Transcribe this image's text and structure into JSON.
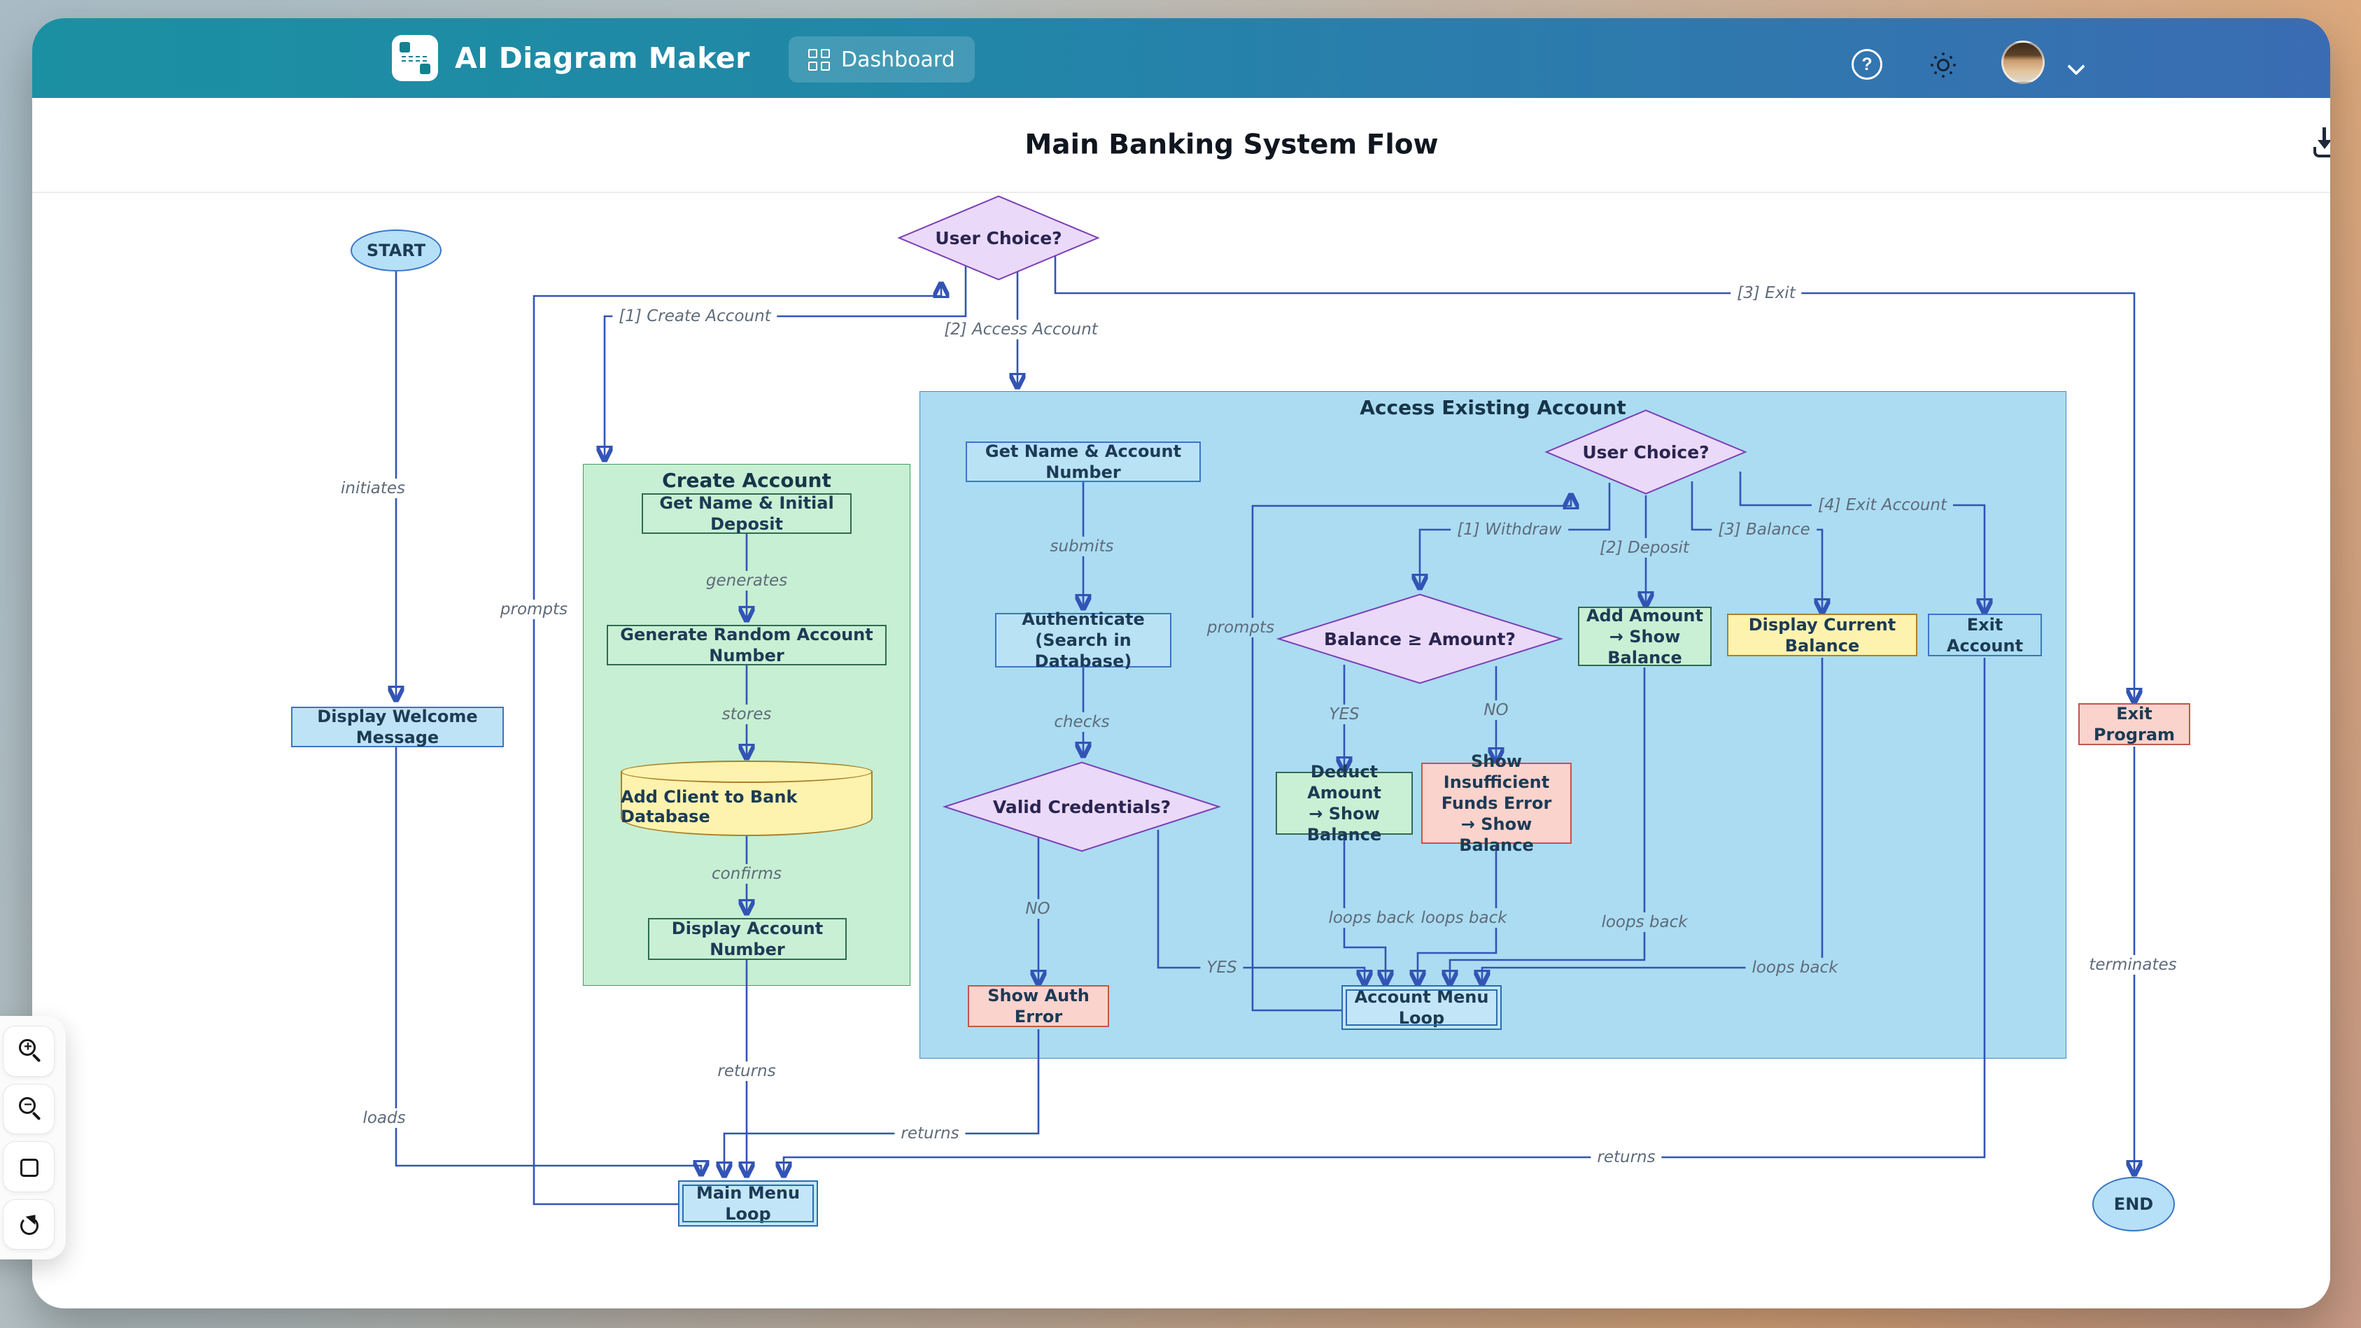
{
  "header": {
    "app_name": "AI Diagram Maker",
    "dashboard": "Dashboard"
  },
  "title_bar": {
    "title": "Main Banking System Flow"
  },
  "icons": {
    "logo": "diagram-logo",
    "dashboard": "grid-icon",
    "help": "question-circle-icon",
    "theme": "sun-icon",
    "user_menu": "chevron-down-icon",
    "export": "download-icon",
    "toolbar": [
      "zoom-in",
      "zoom-out",
      "fit-view",
      "reset-view"
    ]
  },
  "diagram": {
    "subgraphs": {
      "create": "Create Account",
      "access": "Access Existing Account"
    },
    "nodes": {
      "start": "START",
      "user_choice_main": "User Choice?",
      "display_welcome": "Display Welcome Message",
      "main_menu_loop": "Main Menu Loop",
      "get_name_deposit": "Get Name & Initial Deposit",
      "generate_account": "Generate Random Account Number",
      "add_client_db": "Add Client to Bank Database",
      "display_account": "Display Account Number",
      "get_name_account": "Get Name & Account Number",
      "authenticate": "Authenticate\n(Search in Database)",
      "valid_credentials": "Valid Credentials?",
      "show_auth_error": "Show Auth Error",
      "user_choice_account": "User Choice?",
      "balance_check": "Balance ≥ Amount?",
      "deduct_amount": "Deduct Amount\n→ Show Balance",
      "insufficient_funds": "Show Insufficient\nFunds Error\n→ Show Balance",
      "add_amount": "Add Amount\n→ Show Balance",
      "display_balance": "Display Current Balance",
      "exit_account": "Exit Account",
      "account_menu_loop": "Account Menu Loop",
      "exit_program": "Exit Program",
      "end": "END"
    },
    "edge_labels": {
      "initiates": "initiates",
      "loads": "loads",
      "prompts_main": "prompts",
      "opt_create": "[1] Create Account",
      "opt_access": "[2] Access Account",
      "opt_exit": "[3] Exit",
      "generates": "generates",
      "stores": "stores",
      "confirms": "confirms",
      "returns_create": "returns",
      "submits": "submits",
      "checks": "checks",
      "no_auth": "NO",
      "yes_auth": "YES",
      "prompts_account": "prompts",
      "opt_withdraw": "[1] Withdraw",
      "opt_deposit": "[2] Deposit",
      "opt_balance": "[3] Balance",
      "opt_exit_account": "[4] Exit Account",
      "yes_balance": "YES",
      "no_balance": "NO",
      "loops_back": "loops back",
      "returns_auth": "returns",
      "returns_exit": "returns",
      "terminates": "terminates"
    }
  }
}
